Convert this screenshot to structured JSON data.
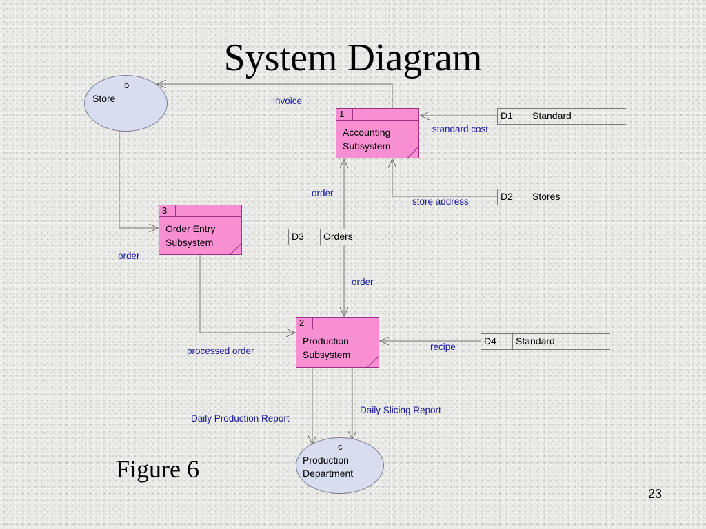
{
  "title": "System Diagram",
  "figure_label": "Figure 6",
  "page_number": "23",
  "colors": {
    "process_fill": "#f78fd2",
    "entity_fill": "#d8ddef",
    "flow_label": "#1a1a9a"
  },
  "entities": {
    "store": {
      "id": "b",
      "name": "Store"
    },
    "production_department": {
      "id": "c",
      "name_line1": "Production",
      "name_line2": "Department"
    }
  },
  "processes": {
    "accounting": {
      "number": "1",
      "name_line1": "Accounting",
      "name_line2": "Subsystem"
    },
    "production": {
      "number": "2",
      "name_line1": "Production",
      "name_line2": "Subsystem"
    },
    "order_entry": {
      "number": "3",
      "name_line1": "Order Entry",
      "name_line2": "Subsystem"
    }
  },
  "data_stores": {
    "d1": {
      "id": "D1",
      "name": "Standard"
    },
    "d2": {
      "id": "D2",
      "name": "Stores"
    },
    "d3": {
      "id": "D3",
      "name": "Orders"
    },
    "d4": {
      "id": "D4",
      "name": "Standard"
    }
  },
  "flows": {
    "invoice": "invoice",
    "standard_cost": "standard cost",
    "store_address": "store address",
    "order_to_accounting": "order",
    "order_from_store": "order",
    "order_to_production": "order",
    "recipe": "recipe",
    "processed_order": "processed order",
    "daily_production_report": "Daily Production Report",
    "daily_slicing_report": "Daily Slicing Report"
  }
}
